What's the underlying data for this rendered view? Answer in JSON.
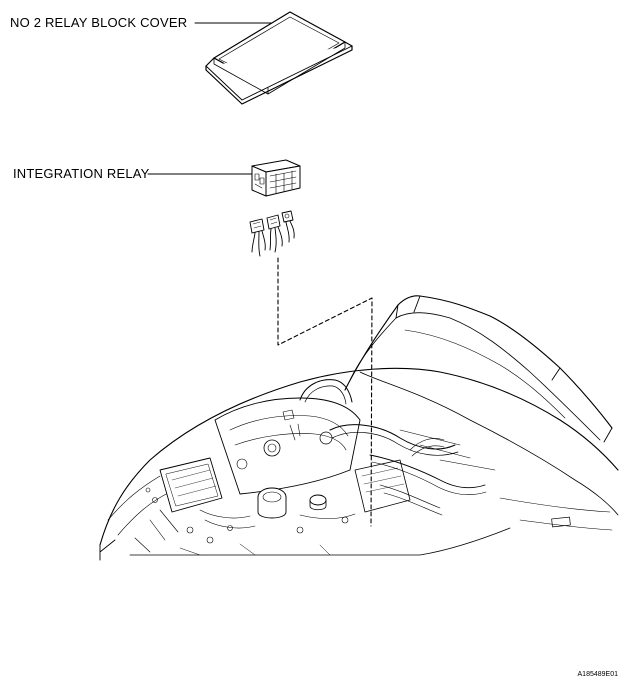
{
  "labels": {
    "relay_block_cover": "NO  2 RELAY BLOCK COVER",
    "integration_relay": "INTEGRATION RELAY"
  },
  "figure_id": "A185489E01",
  "icons": [
    "relay-block-cover",
    "integration-relay",
    "relay-connectors",
    "engine-compartment"
  ]
}
